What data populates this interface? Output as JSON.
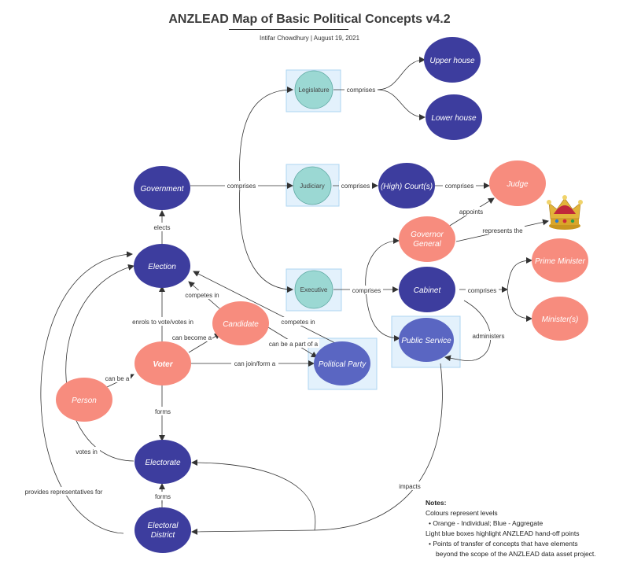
{
  "title": "ANZLEAD Map of Basic Political Concepts  v4.2",
  "subtitle": "Intifar Chowdhury  |  August 19, 2021",
  "colors": {
    "aggregate": "#3d3d9e",
    "aggregate_light": "#5a66c2",
    "individual": "#f78c7e",
    "handoff_box": "#e3f1fc",
    "handoff_border": "#aed5f2",
    "handoff_node": "#9bd8d3"
  },
  "nodes": {
    "legislature": "Legislature",
    "upper_house": "Upper house",
    "lower_house": "Lower house",
    "judiciary": "Judiciary",
    "high_court": "(High) Court(s)",
    "judge": "Judge",
    "government": "Government",
    "governor_general_1": "Governor",
    "governor_general_2": "General",
    "crown_icon": "crown-icon",
    "election": "Election",
    "executive": "Executive",
    "cabinet": "Cabinet",
    "prime_minister": "Prime Minister",
    "ministers": "Minister(s)",
    "candidate": "Candidate",
    "public_service": "Public Service",
    "voter": "Voter",
    "political_party": "Political Party",
    "person": "Person",
    "electorate": "Electorate",
    "electoral_district_1": "Electoral",
    "electoral_district_2": "District"
  },
  "edges": {
    "comprises": "comprises",
    "elects": "elects",
    "appoints": "appoints",
    "represents_the": "represents the",
    "competes_in": "competes in",
    "enrols": "enrols to vote/votes in",
    "can_become": "can become a",
    "can_be_part": "can be a part of a",
    "can_join": "can join/form a",
    "can_be_a": "can be a",
    "administers": "administers",
    "forms": "forms",
    "votes_in": "votes in",
    "provides_reps": "provides representatives for",
    "impacts": "impacts"
  },
  "notes": {
    "heading": "Notes:",
    "line1": "Colours represent levels",
    "line2": "• Orange - Individual; Blue - Aggregate",
    "line3": "Light blue boxes highlight ANZLEAD hand-off points",
    "line4": "• Points of transfer of concepts that have elements",
    "line5": "beyond the scope of the ANZLEAD data asset project."
  }
}
